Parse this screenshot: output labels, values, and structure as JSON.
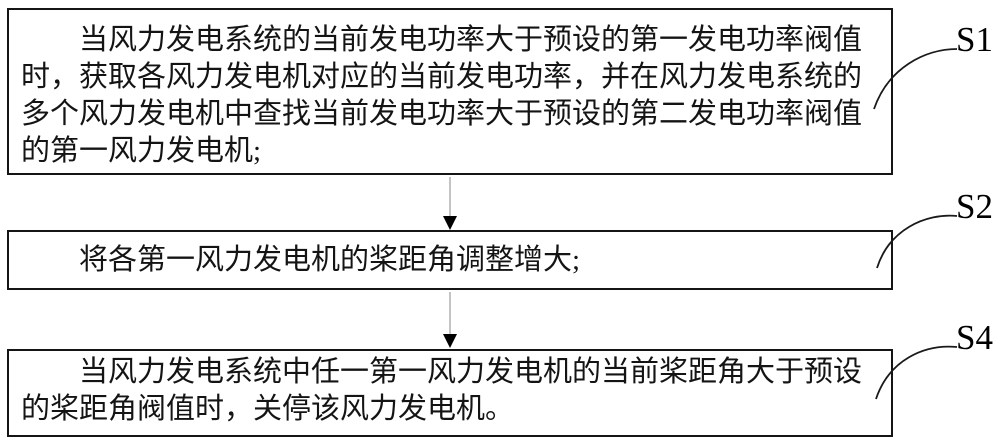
{
  "flowchart": {
    "boxes": [
      {
        "label": "S1",
        "lines": [
          "当风力发电系统的当前发电功率大于预设的第一发电功率阀值",
          "时，获取各风力发电机对应的当前发电功率，并在风力发电系统的",
          "多个风力发电机中查找当前发电功率大于预设的第二发电功率阀值",
          "的第一风力发电机;"
        ]
      },
      {
        "label": "S2",
        "lines": [
          "将各第一风力发电机的桨距角调整增大;"
        ]
      },
      {
        "label": "S4",
        "lines": [
          "当风力发电系统中任一第一风力发电机的当前桨距角大于预设",
          "的桨距角阀值时，关停该风力发电机。"
        ]
      }
    ],
    "colors": {
      "background": "#ffffff",
      "box_border": "#151515",
      "text": "#141414",
      "connector_line": "#8a8a8a",
      "arrowhead": "#000000",
      "leader_line": "#1a1a1a"
    }
  }
}
